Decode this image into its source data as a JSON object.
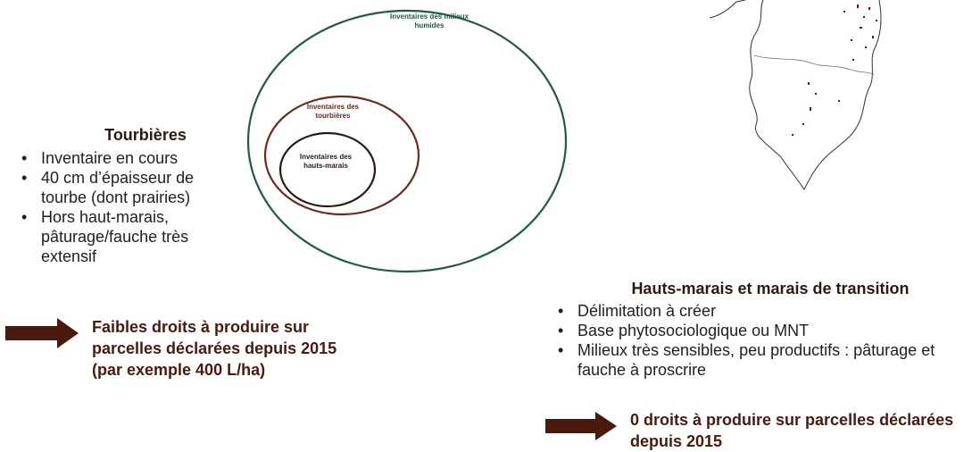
{
  "diagram": {
    "outer_label": "Inventaires des milieux humides",
    "middle_label": "Inventaires des tourbières",
    "inner_label": "Inventaires des hauts-marais",
    "colors": {
      "outer": "#1e5a4a",
      "middle": "#6b2a1e",
      "inner": "#2a1a14"
    }
  },
  "tourbieres": {
    "title": "Tourbières",
    "bullets": [
      "Inventaire en cours",
      "40 cm d’épaisseur de tourbe (dont prairies)",
      "Hors haut-marais, pâturage/fauche très extensif"
    ],
    "note_lines": [
      "Faibles droits à produire sur",
      "parcelles déclarées depuis 2015",
      "(par exemple 400 L/ha)"
    ]
  },
  "hauts_marais": {
    "title": "Hauts-marais et marais de transition",
    "bullets": [
      "Délimitation à créer",
      "Base phytosociologique ou MNT",
      "Milieux très sensibles, peu productifs : pâturage et fauche à proscrire"
    ],
    "note_lines": [
      "0 droits à produire sur parcelles déclarées",
      "depuis 2015"
    ]
  },
  "arrow_color": "#4a1a0e",
  "map_dot_color": "#7a0f0f"
}
